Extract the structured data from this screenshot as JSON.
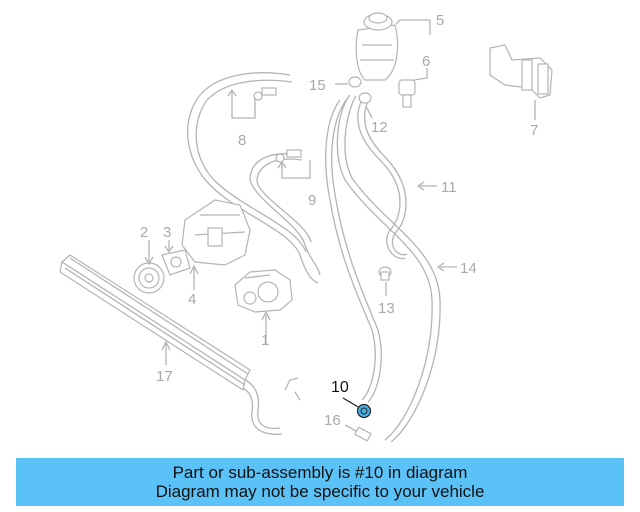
{
  "callouts": {
    "c1": "1",
    "c2": "2",
    "c3": "3",
    "c4": "4",
    "c5": "5",
    "c6": "6",
    "c7": "7",
    "c8": "8",
    "c9": "9",
    "c10": "10",
    "c11": "11",
    "c12": "12",
    "c13": "13",
    "c14": "14",
    "c15": "15",
    "c16": "16",
    "c17": "17"
  },
  "highlight_part": "10",
  "colors": {
    "banner": "#5bc2f7",
    "highlight": "#4ab0e8",
    "lines": "#b4b4b4"
  },
  "banner": {
    "line1": "Part or sub-assembly is #10 in diagram",
    "line2": "Diagram may not be specific to your vehicle"
  }
}
